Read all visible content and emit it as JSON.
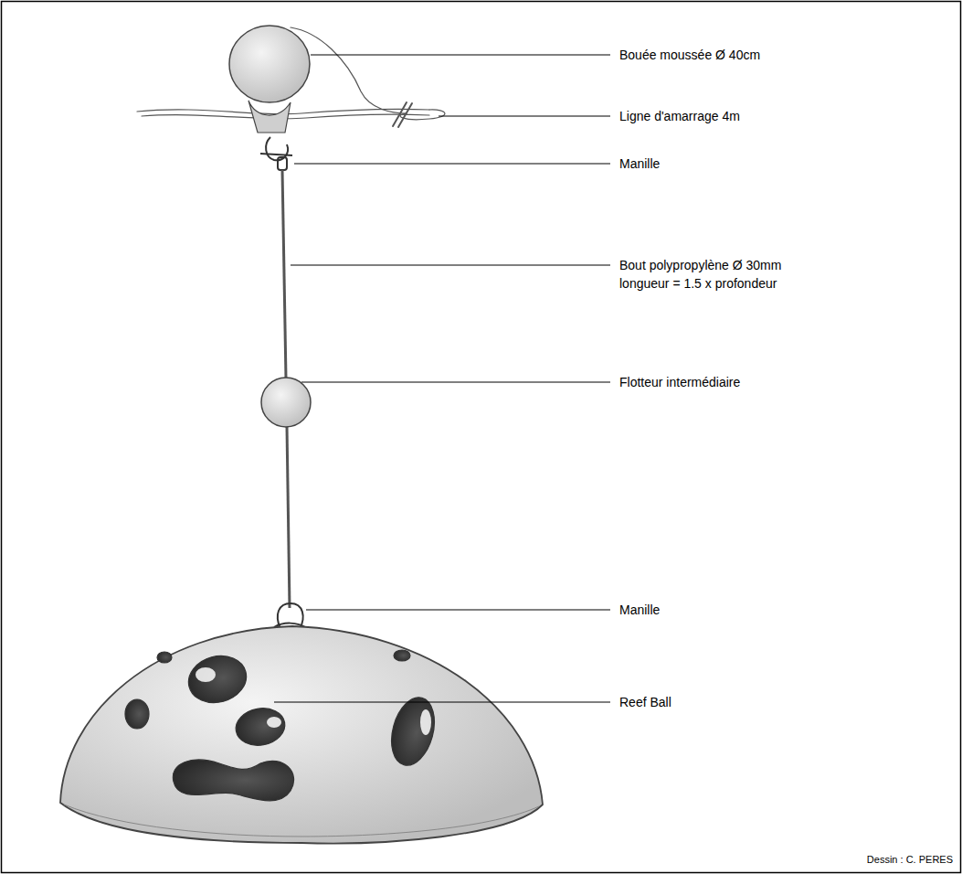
{
  "diagram": {
    "labels": [
      "Bouée moussée Ø 40cm",
      "Ligne d'amarrage 4m",
      "Manille",
      "Bout polypropylène Ø 30mm longueur = 1.5 x profondeur",
      "Flotteur intermédiaire",
      "Manille",
      "Reef Ball",
      "Dessin : C. PERES"
    ]
  }
}
